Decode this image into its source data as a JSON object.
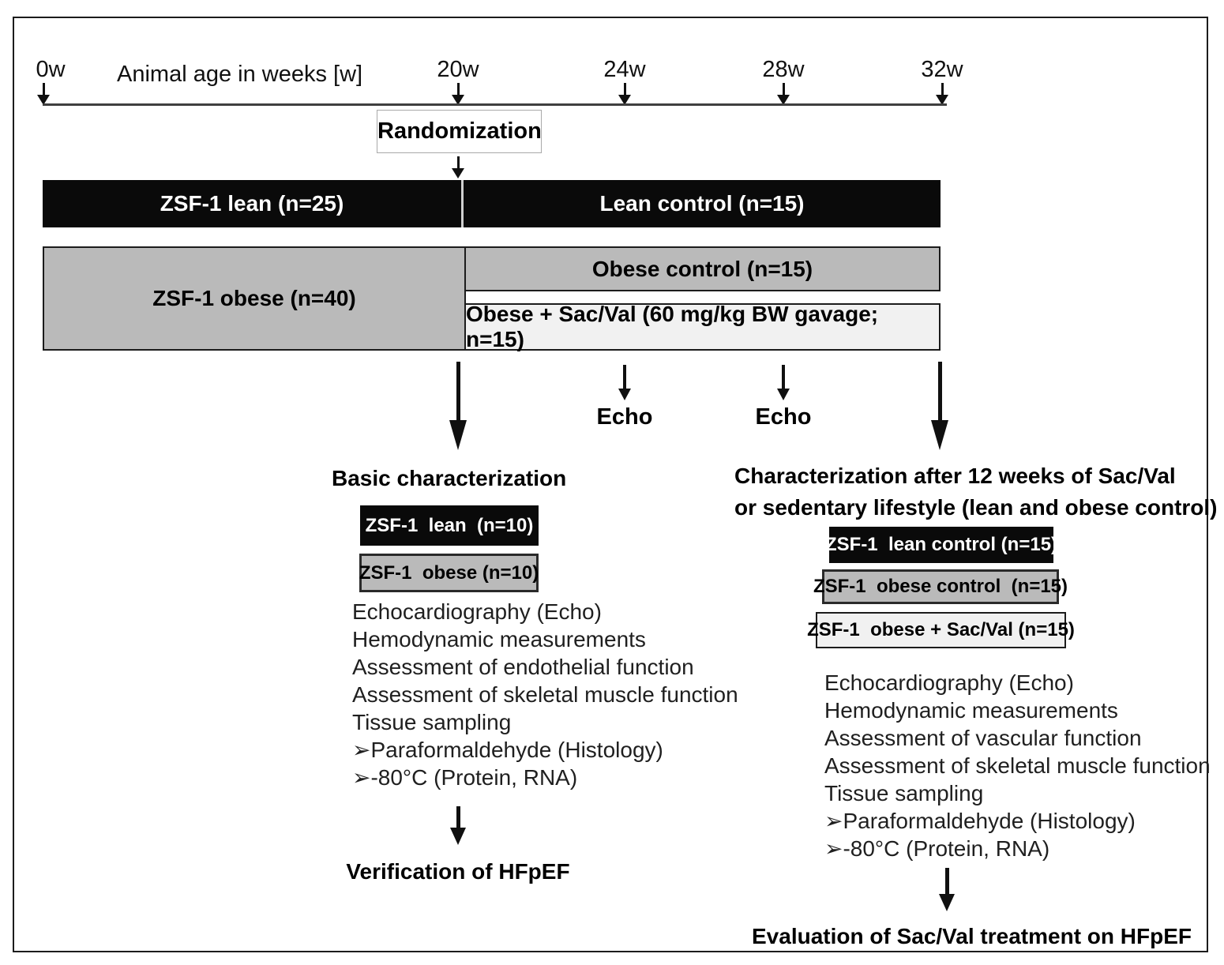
{
  "timeline": {
    "axis_label": "Animal age in weeks [w]",
    "ticks": [
      "0w",
      "20w",
      "24w",
      "28w",
      "32w"
    ],
    "randomization_label": "Randomization"
  },
  "bars": {
    "zsf1_lean": "ZSF-1 lean (n=25)",
    "lean_control": "Lean control (n=15)",
    "zsf1_obese": "ZSF-1 obese (n=40)",
    "obese_control": "Obese control (n=15)",
    "obese_sacval": "Obese + Sac/Val (60 mg/kg BW gavage; n=15)"
  },
  "echo": {
    "label_24w": "Echo",
    "label_28w": "Echo"
  },
  "left_panel": {
    "title": "Basic characterization",
    "groups": [
      {
        "label": "ZSF-1  lean  (n=10)",
        "color": "#0a0a0a"
      },
      {
        "label": "ZSF-1  obese (n=10)",
        "color": "#bababa"
      }
    ],
    "items": [
      "Echocardiography (Echo)",
      "Hemodynamic measurements",
      "Assessment of endothelial function",
      "Assessment of skeletal muscle function",
      "Tissue sampling",
      "➢Paraformaldehyde (Histology)",
      "➢-80°C (Protein, RNA)"
    ],
    "outcome": "Verification of HFpEF"
  },
  "right_panel": {
    "title_line1": "Characterization after 12 weeks of Sac/Val",
    "title_line2": "or sedentary lifestyle (lean and obese control)",
    "groups": [
      {
        "label": "ZSF-1  lean control (n=15)",
        "color": "#0a0a0a"
      },
      {
        "label": "ZSF-1  obese control  (n=15)",
        "color": "#bababa"
      },
      {
        "label": "ZSF-1  obese + Sac/Val (n=15)",
        "color": "#f1f1f1"
      }
    ],
    "items": [
      "Echocardiography (Echo)",
      "Hemodynamic measurements",
      "Assessment of vascular function",
      "Assessment of skeletal muscle function",
      "Tissue sampling",
      "➢Paraformaldehyde (Histology)",
      "➢-80°C (Protein, RNA)"
    ],
    "outcome": "Evaluation of Sac/Val treatment on HFpEF"
  },
  "colors": {
    "black_group": "#0a0a0a",
    "gray_group": "#bababa",
    "light_group": "#f1f1f1"
  }
}
